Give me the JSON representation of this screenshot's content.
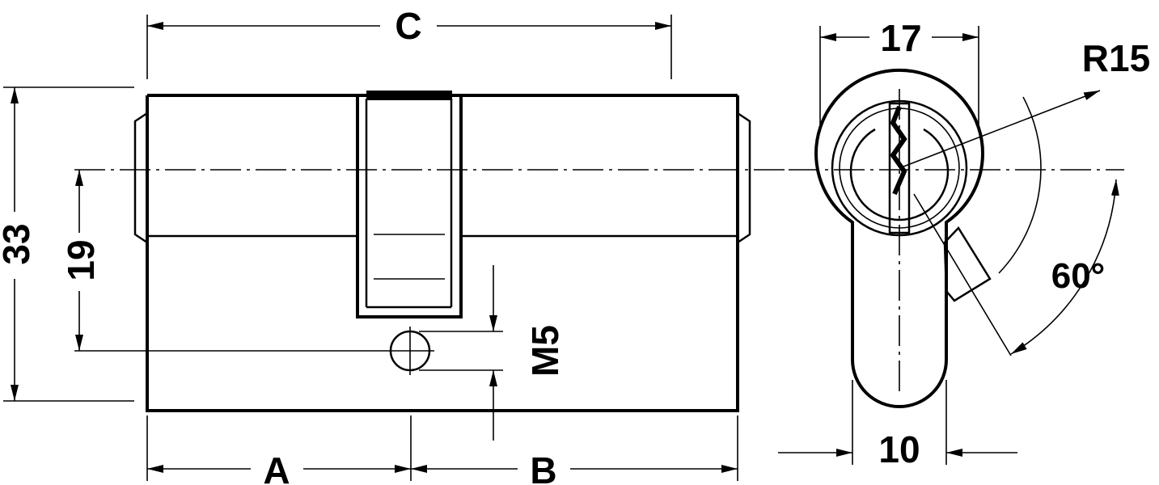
{
  "dimensions": {
    "overall_length": "C",
    "front_length": "A",
    "back_length": "B",
    "height": "33",
    "axis_height": "19",
    "screw_thread": "M5",
    "body_width": "17",
    "radius": "R15",
    "cam_angle": "60°",
    "lower_width": "10"
  }
}
